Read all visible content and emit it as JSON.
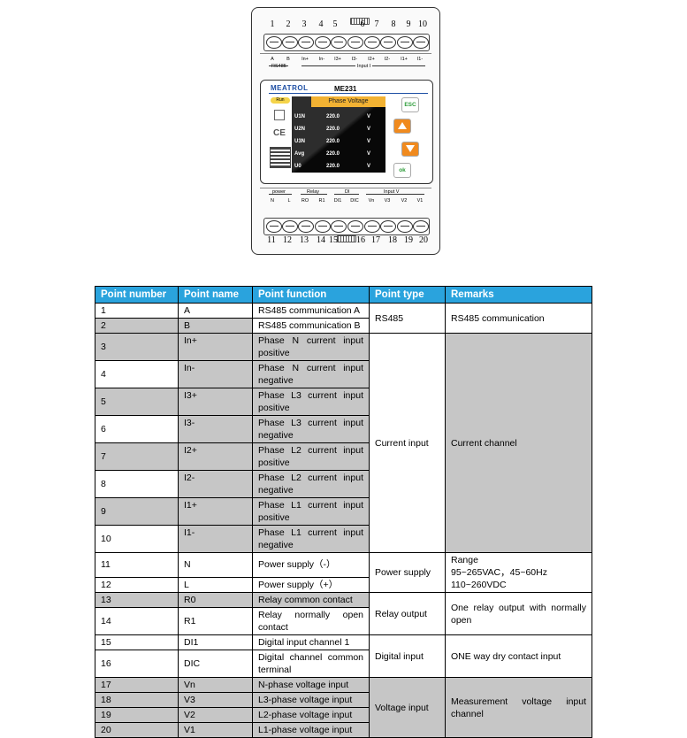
{
  "device": {
    "top_terminal_numbers": [
      "1",
      "2",
      "3",
      "4",
      "5",
      "6",
      "7",
      "8",
      "9",
      "10"
    ],
    "top_terminal_labels": [
      "A",
      "B",
      "In+",
      "In-",
      "I3+",
      "I3-",
      "I2+",
      "I2-",
      "I1+",
      "I1-"
    ],
    "top_group_rs485": "RS485",
    "top_group_input": "Input I",
    "brand": "MEATROL",
    "model": "ME231",
    "run_badge": "Run",
    "ce_mark": "CE",
    "screen_title": "Phase Voltage",
    "screen_rows": [
      {
        "label": "U1N",
        "value": "220.0",
        "unit": "V"
      },
      {
        "label": "U2N",
        "value": "220.0",
        "unit": "V"
      },
      {
        "label": "U3N",
        "value": "220.0",
        "unit": "V"
      },
      {
        "label": "Avg",
        "value": "220.0",
        "unit": "V"
      },
      {
        "label": "U0",
        "value": "220.0",
        "unit": "V"
      }
    ],
    "buttons": {
      "esc": "ESC",
      "ok": "ok"
    },
    "bottom_group_power": "power",
    "bottom_group_relay": "Relay",
    "bottom_group_di": "DI",
    "bottom_group_inputv": "Input V",
    "bottom_terminal_labels": [
      "N",
      "L",
      "RO",
      "R1",
      "DI1",
      "DIC",
      "Vn",
      "V3",
      "V2",
      "V1"
    ],
    "bottom_terminal_numbers": [
      "11",
      "12",
      "13",
      "14",
      "15",
      "16",
      "17",
      "18",
      "19",
      "20"
    ],
    "accent_colors": {
      "lcd_title": "#f2b233",
      "arrow_button": "#f08a1e",
      "esc_ok_text": "#2e9c3a",
      "brand": "#1d4ea3"
    }
  },
  "table": {
    "header": [
      "Point number",
      "Point name",
      "Point function",
      "Point type",
      "Remarks"
    ],
    "header_color": "#2aa3dd",
    "rows": [
      {
        "num": "1",
        "name": "A",
        "func": "RS485 communication A"
      },
      {
        "num": "2",
        "name": "B",
        "func": "RS485 communication B"
      },
      {
        "num": "3",
        "name": "In+",
        "func": "Phase N current input positive"
      },
      {
        "num": "4",
        "name": "In-",
        "func": "Phase N current input negative"
      },
      {
        "num": "5",
        "name": "I3+",
        "func": "Phase L3 current input positive"
      },
      {
        "num": "6",
        "name": "I3-",
        "func": "Phase L3 current input negative"
      },
      {
        "num": "7",
        "name": "I2+",
        "func": "Phase L2 current input positive"
      },
      {
        "num": "8",
        "name": "I2-",
        "func": "Phase L2 current input negative"
      },
      {
        "num": "9",
        "name": "I1+",
        "func": "Phase L1 current input positive"
      },
      {
        "num": "10",
        "name": "I1-",
        "func": "Phase L1 current input negative"
      },
      {
        "num": "11",
        "name": "N",
        "func": "Power supply（-）"
      },
      {
        "num": "12",
        "name": "L",
        "func": "Power supply（+）"
      },
      {
        "num": "13",
        "name": "R0",
        "func": "Relay common contact"
      },
      {
        "num": "14",
        "name": "R1",
        "func": "Relay normally open contact"
      },
      {
        "num": "15",
        "name": "DI1",
        "func": "Digital input channel 1"
      },
      {
        "num": "16",
        "name": "DIC",
        "func": "Digital channel common terminal"
      },
      {
        "num": "17",
        "name": "Vn",
        "func": "N-phase voltage input"
      },
      {
        "num": "18",
        "name": "V3",
        "func": "L3-phase voltage input"
      },
      {
        "num": "19",
        "name": "V2",
        "func": "L2-phase voltage input"
      },
      {
        "num": "20",
        "name": "V1",
        "func": "L1-phase voltage input"
      }
    ],
    "groups": [
      {
        "type": "RS485",
        "remarks": "RS485 communication"
      },
      {
        "type": "Current input",
        "remarks": "Current channel"
      },
      {
        "type": "Power supply",
        "remarks_lines": [
          "Range",
          "95~265VAC，45~60Hz",
          "110~260VDC"
        ]
      },
      {
        "type": "Relay output",
        "remarks": "One relay output with normally open"
      },
      {
        "type": "Digital input",
        "remarks": "ONE way dry contact input"
      },
      {
        "type": "Voltage input",
        "remarks": "Measurement voltage input channel"
      }
    ]
  }
}
